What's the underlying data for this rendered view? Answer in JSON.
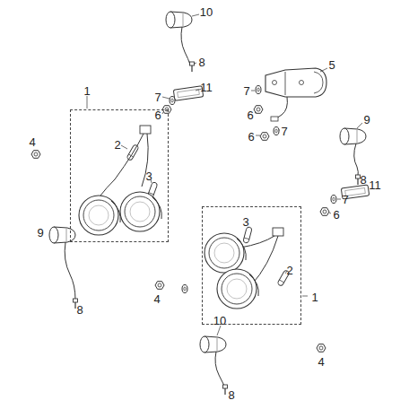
{
  "diagram": {
    "nodes": [
      {
        "text": [
          "1",
          "2",
          "3"
        ]
      },
      {
        "text": [
          "3",
          "2",
          "1"
        ]
      }
    ],
    "labels": [
      "10",
      "8",
      "5",
      "7",
      "11",
      "7",
      "6",
      "6",
      "9",
      "7",
      "6",
      "4",
      "8",
      "11",
      "7",
      "6",
      "9",
      "4",
      "8",
      "10",
      "4",
      "8"
    ]
  }
}
